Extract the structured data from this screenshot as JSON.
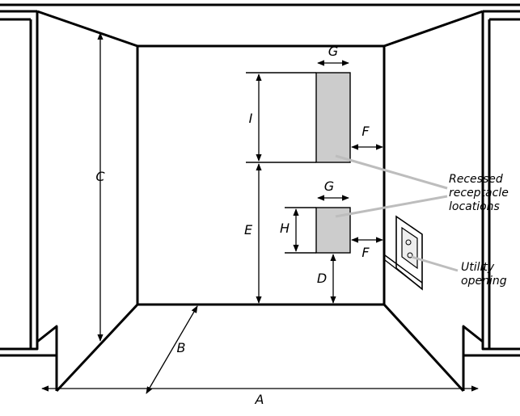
{
  "dimensions": {
    "A": "A",
    "B": "B",
    "C": "C",
    "D": "D",
    "E": "E",
    "F_upper": "F",
    "F_lower": "F",
    "G_upper": "G",
    "G_lower": "G",
    "H": "H",
    "I": "I"
  },
  "callouts": {
    "recessed": [
      "Recessed",
      "receptacle",
      "locations"
    ],
    "utility": [
      "Utility",
      "opening"
    ]
  },
  "colors": {
    "line": "#000000",
    "receptacle_fill": "#cccccc",
    "leader": "#bdbdbd"
  }
}
